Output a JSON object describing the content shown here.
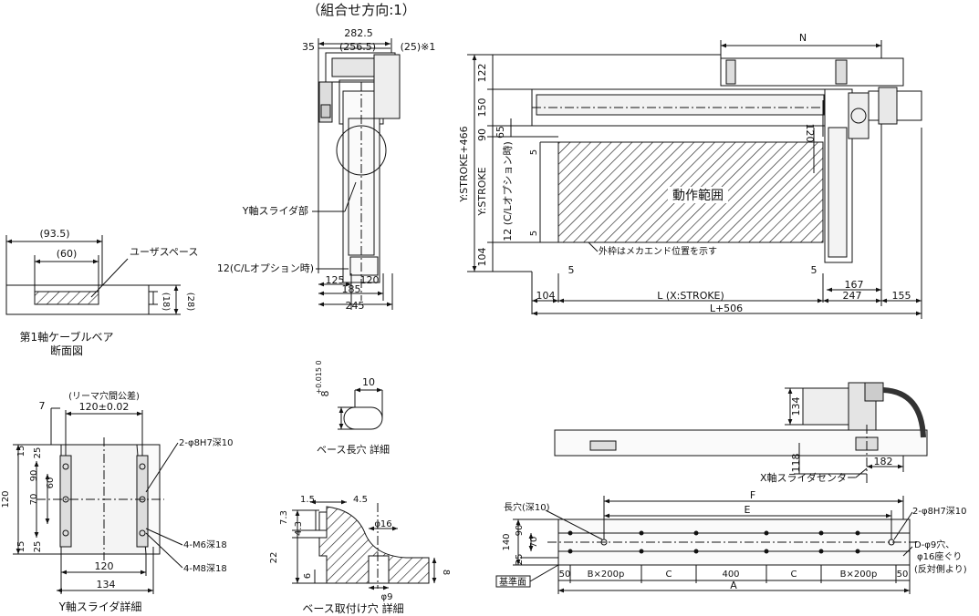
{
  "title": "（組合せ方向:1）",
  "top_view": {
    "dims": [
      "282.5",
      "35",
      "(256.5)",
      "(25)※1",
      "125",
      "185",
      "120",
      "245"
    ],
    "labels": [
      "Y軸スライダ部",
      "12(C/Lオプション時)"
    ]
  },
  "main_view": {
    "dims_top": [
      "N"
    ],
    "dims_left": [
      "122",
      "150",
      "90",
      "65",
      "Y:STROKE+466",
      "Y:STROKE",
      "12 (C/Lオプション時)",
      "104",
      "5",
      "5"
    ],
    "dims_bottom": [
      "5",
      "5",
      "104",
      "L (X:STROKE)",
      "247",
      "167",
      "155",
      "L+506"
    ],
    "dims_right": [
      "120"
    ],
    "area_label": "動作範囲",
    "note": "外枠はメカエンド位置を示す"
  },
  "cable_section": {
    "dims": [
      "(93.5)",
      "(60)",
      "(18)",
      "(28)"
    ],
    "label_user_space": "ユーザスペース",
    "caption_line1": "第1軸ケーブルベア",
    "caption_line2": "断面図"
  },
  "slot_detail": {
    "dims": [
      "10",
      "8"
    ],
    "tolerance": "+0.015 0",
    "caption": "ベース長穴 詳細"
  },
  "y_slider_detail": {
    "dims": [
      "7",
      "(リーマ穴間公差)",
      "120±0.02",
      "15",
      "25",
      "90",
      "60",
      "120",
      "70",
      "15",
      "25",
      "120",
      "134"
    ],
    "notes": [
      "2-φ8H7深10",
      "4-M6深18",
      "4-M8深18"
    ],
    "caption": "Y軸スライダ詳細"
  },
  "mount_hole_detail": {
    "dims": [
      "1.5",
      "4.5",
      "7.3",
      "4.3",
      "φ16",
      "22",
      "6",
      "8",
      "φ9"
    ],
    "caption": "ベース取付け穴 詳細"
  },
  "side_view": {
    "dims": [
      "134",
      "118",
      "182"
    ],
    "label": "X軸スライダセンター"
  },
  "base_view": {
    "dims": [
      "F",
      "E",
      "140",
      "90",
      "70",
      "25",
      "50",
      "B×200p",
      "C",
      "400",
      "C",
      "B×200p",
      "50",
      "A"
    ],
    "notes": [
      "長穴(深10)",
      "2-φ8H7深10",
      "D-φ9穴、",
      "φ16座ぐり",
      "(反対側より)"
    ],
    "datum": "基準面"
  }
}
